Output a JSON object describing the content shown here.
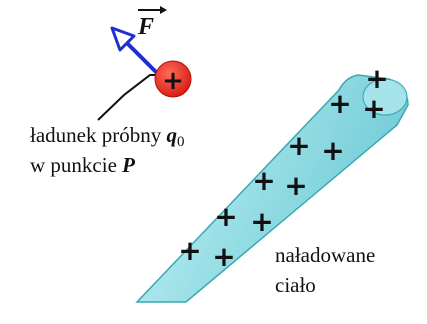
{
  "force": {
    "symbol": "F"
  },
  "test_charge": {
    "sign": "+",
    "label_line1_prefix": "ładunek próbny ",
    "label_line1_var": "q",
    "label_line1_sub": "0",
    "label_line2_prefix": "w punkcie ",
    "label_line2_var": "P"
  },
  "body": {
    "label_line1": "naładowane",
    "label_line2": "ciało",
    "charge_sign": "+"
  },
  "colors": {
    "rod_fill": "#7ed3dc",
    "rod_edge": "#3aa7b4",
    "arrow": "#1f2fd0",
    "charge": "#e0251b"
  }
}
